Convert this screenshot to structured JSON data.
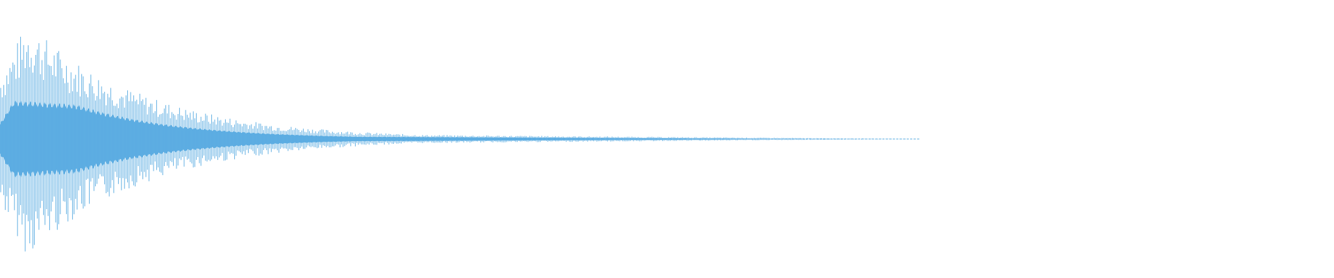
{
  "waveform": {
    "color": "#5dade2",
    "background": "#ffffff",
    "envelope": {
      "attack_peak_fraction": 0.85,
      "decay_character": "exponential",
      "active_fraction_of_width": 0.69,
      "core_band_fraction": 0.28,
      "fade_tail_start_fraction": 0.52
    }
  }
}
